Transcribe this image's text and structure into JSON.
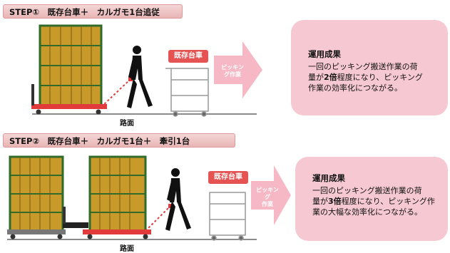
{
  "step1": {
    "label": "STEP①　既存台車＋　カルガモ1台追従",
    "tag": "既存台車",
    "arrow_text": [
      "ピッキン",
      "グ作業"
    ],
    "road": "路面",
    "result_title": "運用成果",
    "result_line1": "一回のピッキング搬送作業の荷",
    "result_pre": "量が",
    "result_bold": "2倍",
    "result_post": "程度になり、ピッキング",
    "result_line3": "作業の効率化につながる。"
  },
  "step2": {
    "label": "STEP②　既存台車＋　カルガモ1台＋　牽引1台",
    "tag": "既存台車",
    "arrow_text": [
      "ピッキン",
      "グ",
      "作業"
    ],
    "road": "路面",
    "result_title": "運用成果",
    "result_line1": "一回のピッキング搬送作業の荷",
    "result_pre": "量が",
    "result_bold": "3倍",
    "result_post": "程度になり、ピッキング作",
    "result_line3": "業の大幅な効率化につながる。"
  },
  "colors": {
    "cart_frame": "#2f6b2a",
    "crate": "#b8871c",
    "cart_base": "#e23b3b",
    "result_bg": "#f6c9d2",
    "arrow": "#f5b8c4"
  }
}
